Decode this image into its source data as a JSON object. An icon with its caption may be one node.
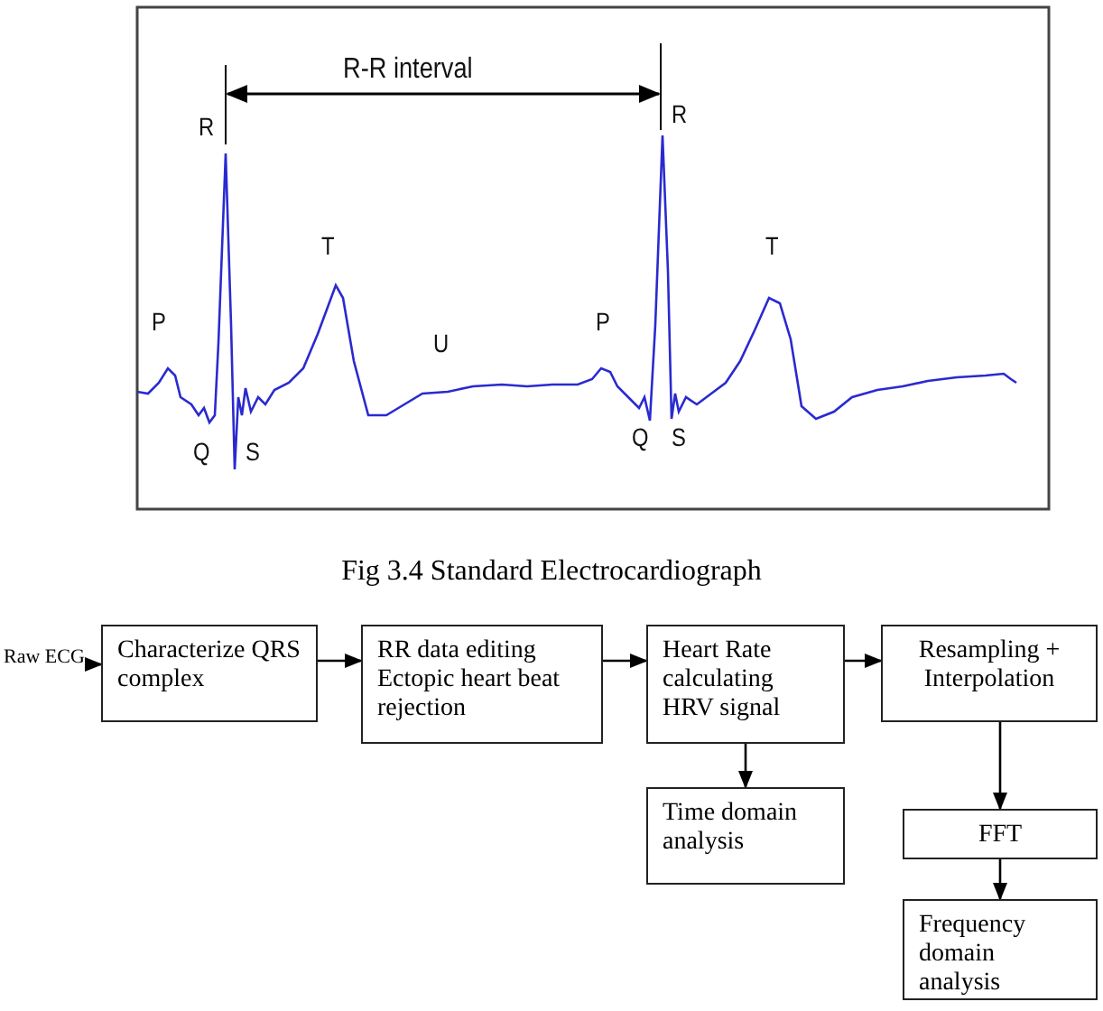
{
  "diagram": {
    "caption": "Fig 3.4 Standard Electrocardiograph",
    "nodes": [
      {
        "text": [
          "Raw ECG"
        ]
      },
      {
        "text": [
          "Characterize QRS complex"
        ]
      },
      {
        "text": [
          "RR data editing Ectopic heart beat rejection"
        ]
      },
      {
        "text": [
          "Heart Rate calculating HRV signal"
        ]
      },
      {
        "text": [
          "Resampling + Interpolation"
        ]
      },
      {
        "text": [
          "Time domain analysis"
        ]
      },
      {
        "text": [
          "FFT"
        ]
      },
      {
        "text": [
          "Frequency domain analysis"
        ]
      }
    ],
    "edges": [
      {
        "from": 0,
        "to": 1,
        "arrow": "to"
      },
      {
        "from": 1,
        "to": 2,
        "arrow": "to"
      },
      {
        "from": 2,
        "to": 3,
        "arrow": "to"
      },
      {
        "from": 3,
        "to": 4,
        "arrow": "to"
      },
      {
        "from": 3,
        "to": 5,
        "arrow": "to"
      },
      {
        "from": 4,
        "to": 6,
        "arrow": "to"
      },
      {
        "from": 6,
        "to": 7,
        "arrow": "to"
      }
    ],
    "labels": [
      "R-R interval",
      "R",
      "R",
      "T",
      "T",
      "P",
      "U",
      "P",
      "Q",
      "S",
      "Q",
      "S"
    ]
  }
}
